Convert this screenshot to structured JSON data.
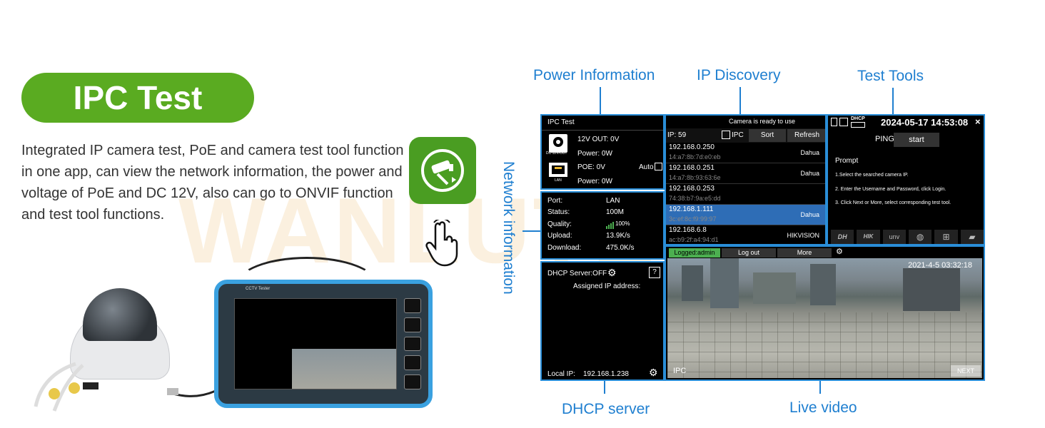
{
  "hero": {
    "title": "IPC Test",
    "description": "Integrated IP camera test, PoE and camera test tool function in one app, can view the network information, the power and voltage of PoE and DC 12V, also can go to ONVIF function and test tool functions.",
    "watermark": "WANLUTECH"
  },
  "callouts": {
    "power": "Power Information",
    "ip_discovery": "IP Discovery",
    "test_tools": "Test Tools",
    "network": "Network information",
    "dhcp": "DHCP server",
    "live": "Live video"
  },
  "power_panel": {
    "title": "IPC Test",
    "dc_label": "DC 12V/OUT",
    "dc_out": "12V OUT: 0V",
    "dc_power": "Power: 0W",
    "lan_label": "LAN",
    "poe": "POE: 0V",
    "poe_power": "Power: 0W",
    "auto": "Auto"
  },
  "network_panel": {
    "rows": [
      {
        "label": "Port:",
        "value": "LAN"
      },
      {
        "label": "Status:",
        "value": "100M"
      },
      {
        "label": "Quality:",
        "value": "100%"
      },
      {
        "label": "Upload:",
        "value": "13.9K/s"
      },
      {
        "label": "Download:",
        "value": "475.0K/s"
      }
    ]
  },
  "dhcp_panel": {
    "status": "DHCP Server:OFF",
    "assigned": "Assigned IP address:",
    "local_ip_label": "Local IP:",
    "local_ip": "192.168.1.238"
  },
  "ip_panel": {
    "status": "Camera is ready to use",
    "count": "IP: 59",
    "ipc": "IPC",
    "sort": "Sort",
    "refresh": "Refresh",
    "rows": [
      {
        "ip": "192.168.0.250",
        "mac": "14:a7:8b:7d:e0:eb",
        "brand": "Dahua",
        "selected": false
      },
      {
        "ip": "192.168.0.251",
        "mac": "14:a7:8b:93:63:6e",
        "brand": "Dahua",
        "selected": false
      },
      {
        "ip": "192.168.0.253",
        "mac": "74:38:b7:9a:e5:dd",
        "brand": "",
        "selected": false
      },
      {
        "ip": "192.168.1.111",
        "mac": "3c:ef:8c:f9:99:97",
        "brand": "Dahua",
        "selected": true
      },
      {
        "ip": "192.168.6.8",
        "mac": "ac:b9:2f:a4:94:d1",
        "brand": "HIKVISION",
        "selected": false
      }
    ]
  },
  "tools_panel": {
    "datetime": "2024-05-17 14:53:08",
    "dhcp_badge": "DHCP",
    "ping": "PING",
    "start": "start",
    "prompt": "Prompt",
    "steps": [
      "1.Select the searched camera IP.",
      "2. Enter the Username and Password, click Login.",
      "3. Click Next or More, select corresponding test tool."
    ],
    "brands": [
      "DH",
      "HIK",
      "unv"
    ]
  },
  "live_panel": {
    "logged": "Logged:admin",
    "logout": "Log out",
    "more": "More",
    "timestamp": "2021-4-5 03:32:18",
    "ipc": "IPC",
    "next": "NEXT"
  },
  "device": {
    "brand": "CCTV Tester"
  },
  "colors": {
    "accent_green": "#5aab21",
    "callout_blue": "#1f7fd0",
    "panel_border": "#2a8ed8",
    "selected_row": "#2e6db6",
    "logged_green": "#4caf50"
  }
}
